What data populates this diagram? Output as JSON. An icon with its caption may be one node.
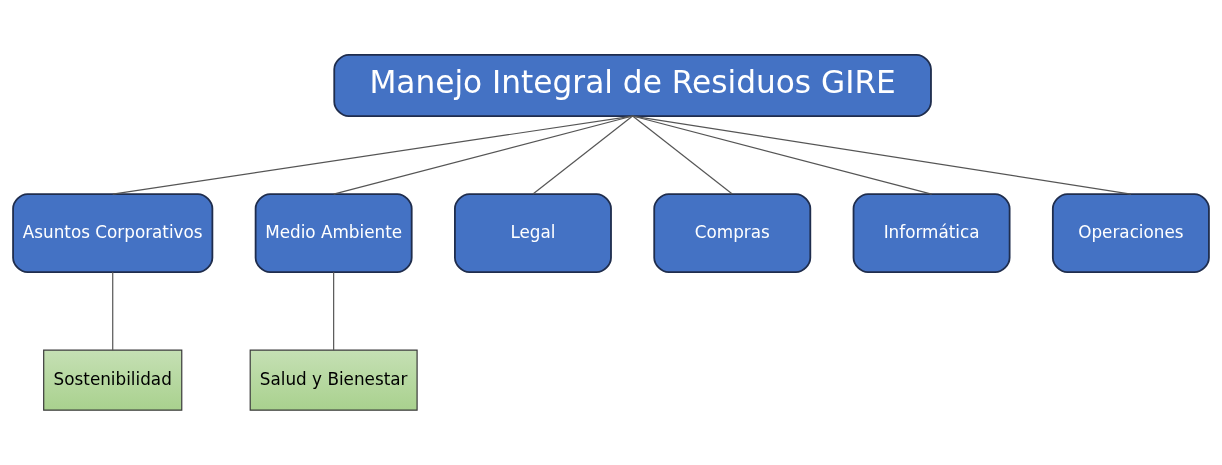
{
  "diagram": {
    "nodes": [
      {
        "text": [
          "Manejo Integral de Residuos GIRE"
        ]
      },
      {
        "text": [
          "Asuntos Corporativos"
        ]
      },
      {
        "text": [
          "Medio Ambiente"
        ]
      },
      {
        "text": [
          "Legal"
        ]
      },
      {
        "text": [
          "Compras"
        ]
      },
      {
        "text": [
          "Informática"
        ]
      },
      {
        "text": [
          "Operaciones"
        ]
      },
      {
        "text": [
          "Sostenibilidad"
        ]
      },
      {
        "text": [
          "Salud y Bienestar"
        ]
      }
    ],
    "edges": [
      {
        "from": 0,
        "to": 1,
        "arrow": "none"
      },
      {
        "from": 0,
        "to": 2,
        "arrow": "none"
      },
      {
        "from": 0,
        "to": 3,
        "arrow": "none"
      },
      {
        "from": 0,
        "to": 4,
        "arrow": "none"
      },
      {
        "from": 0,
        "to": 5,
        "arrow": "none"
      },
      {
        "from": 0,
        "to": 6,
        "arrow": "none"
      },
      {
        "from": 1,
        "to": 7,
        "arrow": "none"
      },
      {
        "from": 2,
        "to": 8,
        "arrow": "none"
      }
    ]
  }
}
